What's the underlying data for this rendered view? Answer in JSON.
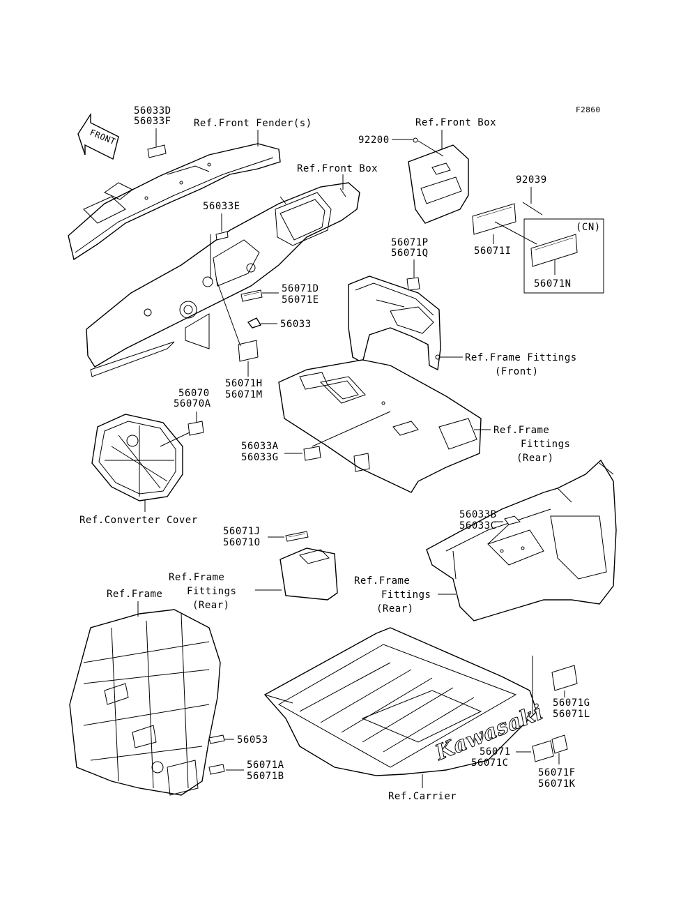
{
  "figure_code": "F2860",
  "direction_label": "FRONT",
  "logo_text": "Kawasaki",
  "callouts": {
    "c_56033D": "56033D",
    "c_56033F": "56033F",
    "c_ref_front_fender": "Ref.Front Fender(s)",
    "c_ref_front_box_1": "Ref.Front Box",
    "c_ref_front_box_2": "Ref.Front Box",
    "c_92200": "92200",
    "c_92039": "92039",
    "c_cn": "(CN)",
    "c_56071I": "56071I",
    "c_56071N": "56071N",
    "c_56033E": "56033E",
    "c_56071P": "56071P",
    "c_56071Q": "56071Q",
    "c_56071D": "56071D",
    "c_56071E": "56071E",
    "c_56033": "56033",
    "c_ref_frame_fittings_front_1": "Ref.Frame Fittings",
    "c_ref_frame_fittings_front_2": "(Front)",
    "c_56071H": "56071H",
    "c_56071M": "56071M",
    "c_56070": "56070",
    "c_56070A": "56070A",
    "c_ref_frame_fittings_rear_a1": "Ref.Frame",
    "c_ref_frame_fittings_rear_a2": "Fittings",
    "c_ref_frame_fittings_rear_a3": "(Rear)",
    "c_56033A": "56033A",
    "c_56033G": "56033G",
    "c_ref_converter_cover": "Ref.Converter Cover",
    "c_56033B": "56033B",
    "c_56033C": "56033C",
    "c_56071J": "56071J",
    "c_56071O": "56071O",
    "c_ref_frame_fittings_rear_b1": "Ref.Frame",
    "c_ref_frame_fittings_rear_b2": "Fittings",
    "c_ref_frame_fittings_rear_b3": "(Rear)",
    "c_ref_frame_fittings_rear_c1": "Ref.Frame",
    "c_ref_frame_fittings_rear_c2": "Fittings",
    "c_ref_frame_fittings_rear_c3": "(Rear)",
    "c_ref_frame": "Ref.Frame",
    "c_56071G": "56071G",
    "c_56071L": "56071L",
    "c_56053": "56053",
    "c_56071": "56071",
    "c_56071C": "56071C",
    "c_56071F": "56071F",
    "c_56071K": "56071K",
    "c_56071A": "56071A",
    "c_56071B": "56071B",
    "c_ref_carrier": "Ref.Carrier"
  }
}
